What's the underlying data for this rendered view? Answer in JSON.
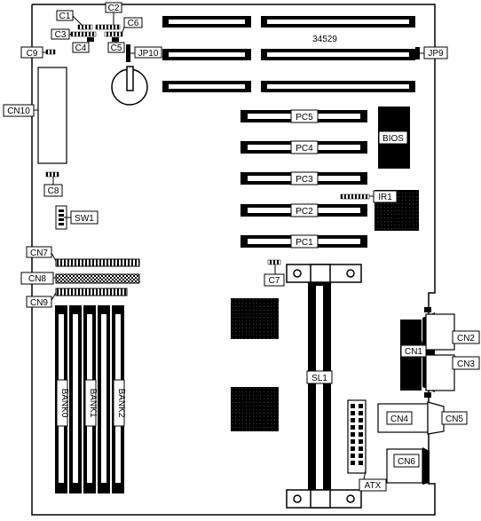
{
  "board": {
    "part_number": "34529",
    "bios_label": "BIOS",
    "switch_label": "SW1",
    "labels": {
      "c1": "C1",
      "c2": "C2",
      "c3": "C3",
      "c4": "C4",
      "c5": "C5",
      "c6": "C6",
      "c7": "C7",
      "c8": "C8",
      "c9": "C9",
      "jp10": "JP10",
      "jp9": "JP9",
      "ir1": "IR1",
      "cn1": "CN1",
      "cn2": "CN2",
      "cn3": "CN3",
      "cn4": "CN4",
      "cn5": "CN5",
      "cn6": "CN6",
      "cn7": "CN7",
      "cn8": "CN8",
      "cn9": "CN9",
      "cn10": "CN10",
      "sl1": "SL1",
      "atx": "ATX"
    },
    "pci_slots": [
      "PC5",
      "PC4",
      "PC3",
      "PC2",
      "PC1"
    ],
    "memory_banks": [
      "BANK0",
      "BANK1",
      "BANK2"
    ]
  }
}
